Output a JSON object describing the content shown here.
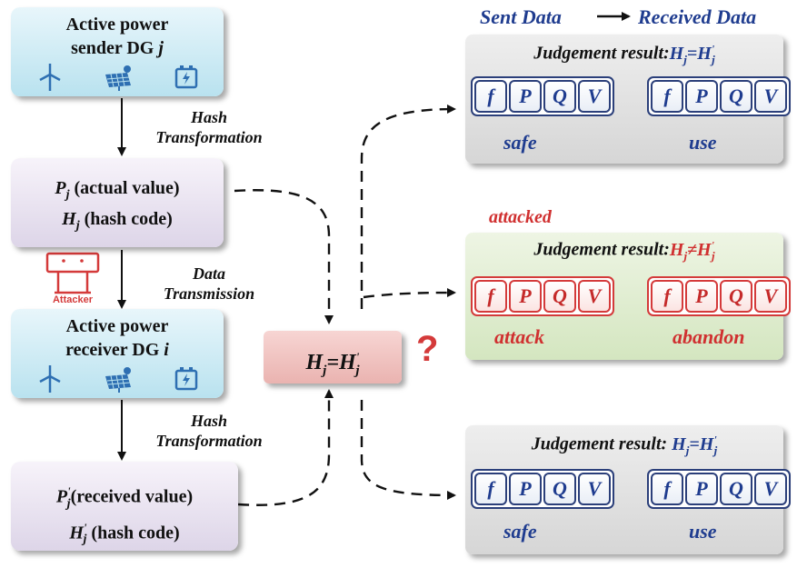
{
  "header": {
    "sent": "Sent Data",
    "received": "Received Data"
  },
  "sender": {
    "line1": "Active power",
    "line2": "sender DG",
    "id": "j"
  },
  "hash1": {
    "line1": "Hash",
    "line2": "Transformation"
  },
  "actual": {
    "p_sym": "P",
    "p_sub": "j",
    "p_text": "(actual value)",
    "h_sym": "H",
    "h_sub": "j",
    "h_text": "(hash code)"
  },
  "attacker": {
    "label": "Attacker"
  },
  "transmission": {
    "line1": "Data",
    "line2": "Transmission"
  },
  "receiver": {
    "line1": "Active power",
    "line2": "receiver DG",
    "id": "i"
  },
  "hash2": {
    "line1": "Hash",
    "line2": "Transformation"
  },
  "received": {
    "p_sym": "P",
    "p_prime": "'",
    "p_sub": "j",
    "p_text": "(received value)",
    "h_sym": "H",
    "h_prime": "'",
    "h_sub": "j",
    "h_text": "(hash code)"
  },
  "compare": {
    "left": "H",
    "left_sub": "j",
    "op": "=",
    "right": "H",
    "right_prime": "'",
    "right_sub": "j",
    "question": "?"
  },
  "cells": [
    "f",
    "P",
    "Q",
    "V"
  ],
  "panels": [
    {
      "judgement": "Judgement result:",
      "h": "H",
      "h_sub": "j",
      "op": "=",
      "h2": "H",
      "h2_prime": "'",
      "h2_sub": "j",
      "left_state": "safe",
      "right_state": "use"
    },
    {
      "tag": "attacked",
      "judgement": "Judgement result:",
      "h": "H",
      "h_sub": "j",
      "op": "≠",
      "h2": "H",
      "h2_prime": "'",
      "h2_sub": "j",
      "left_state": "attack",
      "right_state": "abandon"
    },
    {
      "judgement": "Judgement result: ",
      "h": "H",
      "h_sub": "j",
      "op": "=",
      "h2": "H",
      "h2_prime": "'",
      "h2_sub": "j",
      "left_state": "safe",
      "right_state": "use"
    }
  ],
  "icons": [
    "wind-turbine-icon",
    "solar-panel-icon",
    "battery-icon"
  ],
  "colors": {
    "navy": "#1f3c8f",
    "red": "#d03030",
    "blue_box": "#b9e2ef",
    "lavender_box": "#ddd5e8",
    "pink_box": "#eab3b0",
    "gray_panel": "#d6d6d6",
    "green_panel": "#d4e6c0",
    "teal_arrow": "#2aa0b8"
  }
}
